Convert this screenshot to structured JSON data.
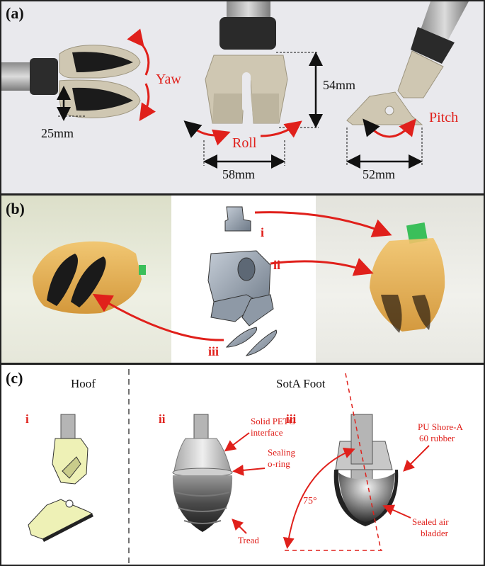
{
  "panel_a": {
    "label": "(a)",
    "motions": {
      "yaw": "Yaw",
      "roll": "Roll",
      "pitch": "Pitch"
    },
    "dims": {
      "d25": "25mm",
      "d54": "54mm",
      "d58": "58mm",
      "d52": "52mm"
    }
  },
  "panel_b": {
    "label": "(b)",
    "parts": {
      "i": "i",
      "ii": "ii",
      "iii": "iii"
    }
  },
  "panel_c": {
    "label": "(c)",
    "hoof_title": "Hoof",
    "sota_title": "SotA Foot",
    "sub": {
      "i": "i",
      "ii": "ii",
      "iii": "iii"
    },
    "annotations": {
      "petg_1": "Solid PETG",
      "petg_2": "interface",
      "oring_1": "Sealing",
      "oring_2": "o-ring",
      "tread": "Tread",
      "pu_1": "PU Shore-A",
      "pu_2": "60 rubber",
      "bladder_1": "Sealed air",
      "bladder_2": "bladder",
      "angle": "75°"
    }
  },
  "colors": {
    "accent_red": "#e0201b",
    "pla_beige": "#cfc7b2",
    "resin_amber": "#e6a93f",
    "hoof_yellow": "#eef1b6"
  }
}
